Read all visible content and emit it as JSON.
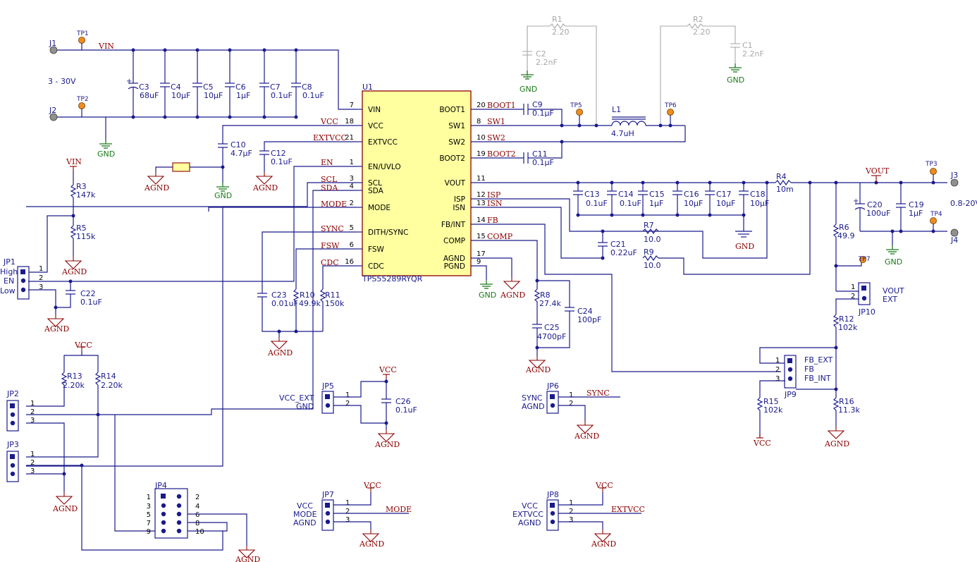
{
  "ic": {
    "ref": "U1",
    "part": "TPS55289RYQR",
    "left_pins": [
      {
        "num": "7",
        "name": "VIN",
        "net": ""
      },
      {
        "num": "18",
        "name": "VCC",
        "net": "VCC"
      },
      {
        "num": "21",
        "name": "EXTVCC",
        "net": "EXTVCC"
      },
      {
        "num": "1",
        "name": "EN/UVLO",
        "net": "EN"
      },
      {
        "num": "3",
        "name": "SCL",
        "net": "SCL"
      },
      {
        "num": "4",
        "name": "SDA",
        "net": "SDA"
      },
      {
        "num": "2",
        "name": "MODE",
        "net": "MODE"
      },
      {
        "num": "5",
        "name": "DITH/SYNC",
        "net": "SYNC"
      },
      {
        "num": "6",
        "name": "FSW",
        "net": "FSW"
      },
      {
        "num": "16",
        "name": "CDC",
        "net": "CDC"
      }
    ],
    "right_pins": [
      {
        "num": "20",
        "name": "BOOT1",
        "net": "BOOT1"
      },
      {
        "num": "8",
        "name": "SW1",
        "net": "SW1"
      },
      {
        "num": "10",
        "name": "SW2",
        "net": "SW2"
      },
      {
        "num": "19",
        "name": "BOOT2",
        "net": "BOOT2"
      },
      {
        "num": "11",
        "name": "VOUT",
        "net": ""
      },
      {
        "num": "12",
        "name": "ISP",
        "net": "ISP"
      },
      {
        "num": "13",
        "name": "ISN",
        "net": "ISN"
      },
      {
        "num": "14",
        "name": "FB/INT",
        "net": "FB"
      },
      {
        "num": "15",
        "name": "COMP",
        "net": "COMP"
      },
      {
        "num": "17",
        "name": "AGND",
        "net": ""
      },
      {
        "num": "9",
        "name": "PGND",
        "net": ""
      }
    ]
  },
  "nets": {
    "vin": "VIN",
    "vout": "VOUT",
    "vcc": "VCC",
    "gnd": "GND",
    "agnd": "AGND",
    "sync": "SYNC",
    "mode": "MODE",
    "extvcc": "EXTVCC",
    "sw1": "SW1",
    "sw2": "SW2"
  },
  "input": {
    "j1": "J1",
    "j2": "J2",
    "range": "3 - 30V",
    "tp1": "TP1",
    "tp2": "TP2"
  },
  "output": {
    "j3": "J3",
    "j4": "J4",
    "range": "0.8-20V",
    "tp3": "TP3",
    "tp4": "TP4"
  },
  "input_caps": [
    {
      "ref": "C3",
      "value": "68uF",
      "polar": true
    },
    {
      "ref": "C4",
      "value": "10µF"
    },
    {
      "ref": "C5",
      "value": "10µF"
    },
    {
      "ref": "C6",
      "value": "1µF"
    },
    {
      "ref": "C7",
      "value": "0.1uF"
    },
    {
      "ref": "C8",
      "value": "0.1uF"
    }
  ],
  "snubber": {
    "r1": {
      "ref": "R1",
      "value": "2.20"
    },
    "c2": {
      "ref": "C2",
      "value": "2.2nF"
    },
    "r2": {
      "ref": "R2",
      "value": "2.20"
    },
    "c1": {
      "ref": "C1",
      "value": "2.2nF"
    }
  },
  "boot": {
    "c9": {
      "ref": "C9",
      "value": "0.1µF"
    },
    "c11": {
      "ref": "C11",
      "value": "0.1µF"
    },
    "tp5": "TP5",
    "tp6": "TP6"
  },
  "inductor": {
    "ref": "L1",
    "value": "4.7uH"
  },
  "vcc_caps": {
    "c10": {
      "ref": "C10",
      "value": "4.7µF"
    },
    "c12": {
      "ref": "C12",
      "value": "0.1uF"
    }
  },
  "en_divider": {
    "r3": {
      "ref": "R3",
      "value": "147k"
    },
    "r5": {
      "ref": "R5",
      "value": "115k"
    },
    "c22": {
      "ref": "C22",
      "value": "0.1uF"
    }
  },
  "jp1": {
    "ref": "JP1",
    "labels": [
      "High",
      "EN",
      "Low"
    ],
    "pins": [
      "1",
      "2",
      "3"
    ]
  },
  "output_caps": [
    {
      "ref": "C13",
      "value": "0.1uF"
    },
    {
      "ref": "C14",
      "value": "0.1uF"
    },
    {
      "ref": "C15",
      "value": "1µF"
    },
    {
      "ref": "C16",
      "value": "10µF"
    },
    {
      "ref": "C17",
      "value": "10µF"
    },
    {
      "ref": "C18",
      "value": "10µF"
    }
  ],
  "sense": {
    "r4": {
      "ref": "R4",
      "value": "10m"
    }
  },
  "filter": {
    "c21": {
      "ref": "C21",
      "value": "0.22uF"
    },
    "r7": {
      "ref": "R7",
      "value": "10.0"
    },
    "r9": {
      "ref": "R9",
      "value": "10.0"
    }
  },
  "vout_caps": {
    "c20": {
      "ref": "C20",
      "value": "100uF"
    },
    "c19": {
      "ref": "C19",
      "value": "1µF"
    }
  },
  "fb_network": {
    "r6": {
      "ref": "R6",
      "value": "49.9"
    },
    "tp7": "TP7",
    "jp10": {
      "ref": "JP10",
      "label_top": "VOUT",
      "label_bot": "EXT",
      "pins": [
        "1",
        "2"
      ]
    },
    "r12": {
      "ref": "R12",
      "value": "102k"
    },
    "jp9": {
      "ref": "JP9",
      "labels": [
        "FB_EXT",
        "FB",
        "FB_INT"
      ],
      "pins": [
        "1",
        "2",
        "3"
      ]
    },
    "r15": {
      "ref": "R15",
      "value": "102k"
    },
    "r16": {
      "ref": "R16",
      "value": "11.3k"
    }
  },
  "left_bottom": {
    "c23": {
      "ref": "C23",
      "value": "0.01uF"
    },
    "r10": {
      "ref": "R10",
      "value": "49.9k"
    },
    "r11": {
      "ref": "R11",
      "value": "150k"
    }
  },
  "comp": {
    "r8": {
      "ref": "R8",
      "value": "27.4k"
    },
    "c25": {
      "ref": "C25",
      "value": "4700pF"
    },
    "c24": {
      "ref": "C24",
      "value": "100pF"
    }
  },
  "i2c": {
    "r13": {
      "ref": "R13",
      "value": "2.20k"
    },
    "r14": {
      "ref": "R14",
      "value": "2.20k"
    },
    "jp2": {
      "ref": "JP2",
      "pins": [
        "1",
        "2",
        "3"
      ]
    },
    "jp3": {
      "ref": "JP3",
      "pins": [
        "1",
        "2",
        "3"
      ]
    },
    "jp4": {
      "ref": "JP4",
      "pins": [
        "1",
        "2",
        "3",
        "4",
        "5",
        "6",
        "7",
        "8",
        "9",
        "10"
      ]
    }
  },
  "jp5": {
    "ref": "JP5",
    "labels": [
      "VCC_EXT",
      "GND"
    ],
    "pins": [
      "1",
      "2"
    ],
    "cap": {
      "ref": "C26",
      "value": "0.1uF"
    }
  },
  "jp6": {
    "ref": "JP6",
    "labels": [
      "SYNC",
      "AGND"
    ],
    "pins": [
      "1",
      "2"
    ]
  },
  "jp7": {
    "ref": "JP7",
    "labels": [
      "VCC",
      "MODE",
      "AGND"
    ],
    "pins": [
      "1",
      "2",
      "3"
    ]
  },
  "jp8": {
    "ref": "JP8",
    "labels": [
      "VCC",
      "EXTVCC",
      "AGND"
    ],
    "pins": [
      "1",
      "2",
      "3"
    ]
  },
  "colors": {
    "wire": "#1a1a8c",
    "net": "#8b0000",
    "ic_fill": "#ffffa0",
    "test_point": "#f08c1e",
    "ground": "#1b7a1b",
    "dnp": "#a8a8a8"
  }
}
